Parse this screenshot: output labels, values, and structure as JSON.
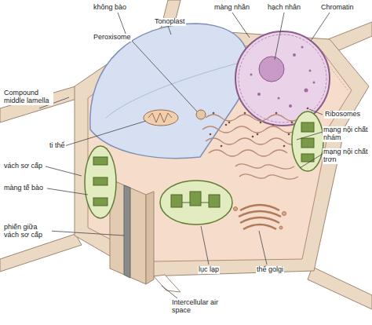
{
  "diagram": {
    "labels": [
      "không bào",
      "Tonoplast",
      "Peroxisome",
      "màng nhân",
      "hạch nhân",
      "Chromatin",
      "Compound middle lamella",
      "Ribosomes",
      "mạng nội chất nhám",
      "ti thể",
      "mạng nội chất trơn",
      "vách sơ cấp",
      "màng tế bào",
      "phiến giữa vách sơ cấp",
      "lục lạp",
      "thể golgi",
      "Intercellular air space"
    ]
  }
}
